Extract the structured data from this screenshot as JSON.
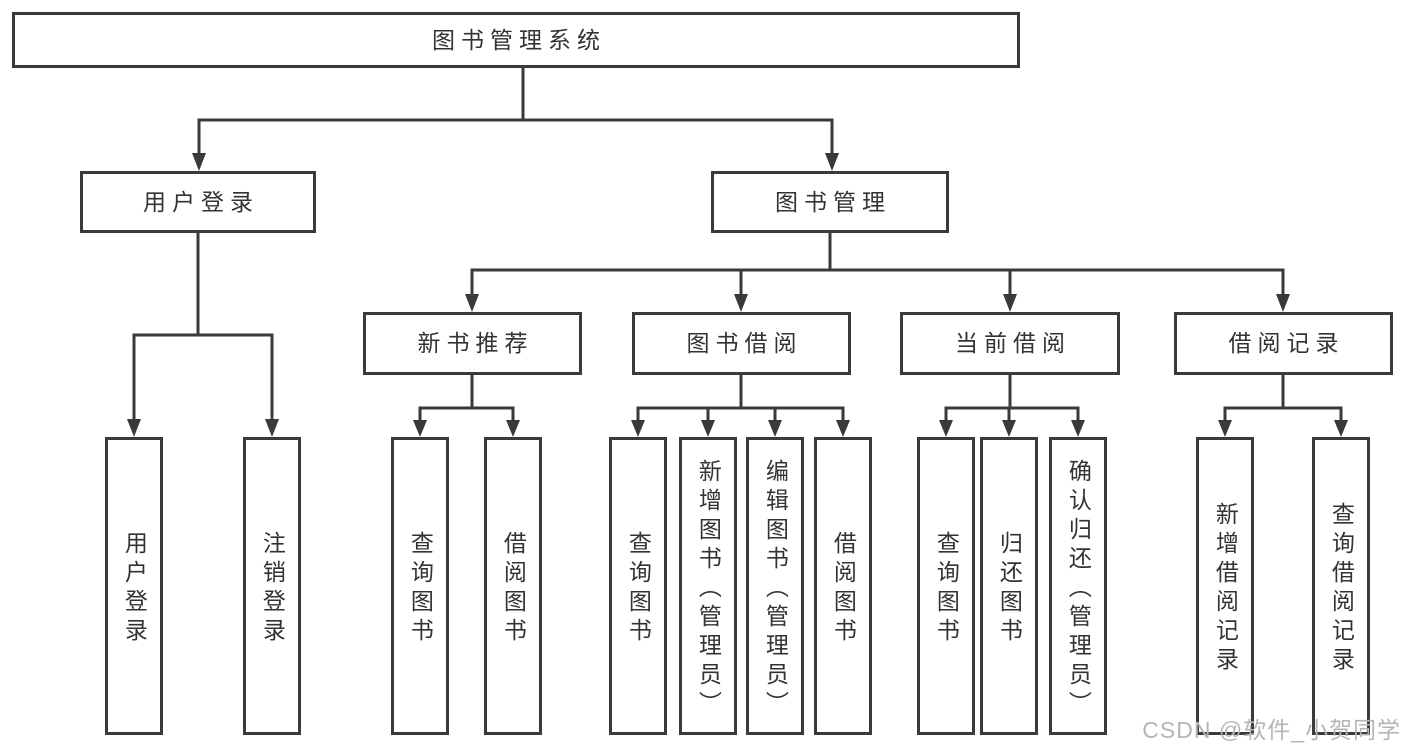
{
  "tree": {
    "label": "图书管理系统",
    "children": [
      {
        "label": "用户登录",
        "children": [
          {
            "label": "用户登录"
          },
          {
            "label": "注销登录"
          }
        ]
      },
      {
        "label": "图书管理",
        "children": [
          {
            "label": "新书推荐",
            "children": [
              {
                "label": "查询图书"
              },
              {
                "label": "借阅图书"
              }
            ]
          },
          {
            "label": "图书借阅",
            "children": [
              {
                "label": "查询图书"
              },
              {
                "label": "新增图书（管理员）"
              },
              {
                "label": "编辑图书（管理员）"
              },
              {
                "label": "借阅图书"
              }
            ]
          },
          {
            "label": "当前借阅",
            "children": [
              {
                "label": "查询图书"
              },
              {
                "label": "归还图书"
              },
              {
                "label": "确认归还（管理员）"
              }
            ]
          },
          {
            "label": "借阅记录",
            "children": [
              {
                "label": "新增借阅记录"
              },
              {
                "label": "查询借阅记录"
              }
            ]
          }
        ]
      }
    ]
  },
  "watermark": {
    "text": "CSDN @软件_小贺同学"
  },
  "colors": {
    "line": "#3a3a3a",
    "text": "#333333",
    "box_background": "#ffffff",
    "watermark": "#b5b5b8"
  }
}
